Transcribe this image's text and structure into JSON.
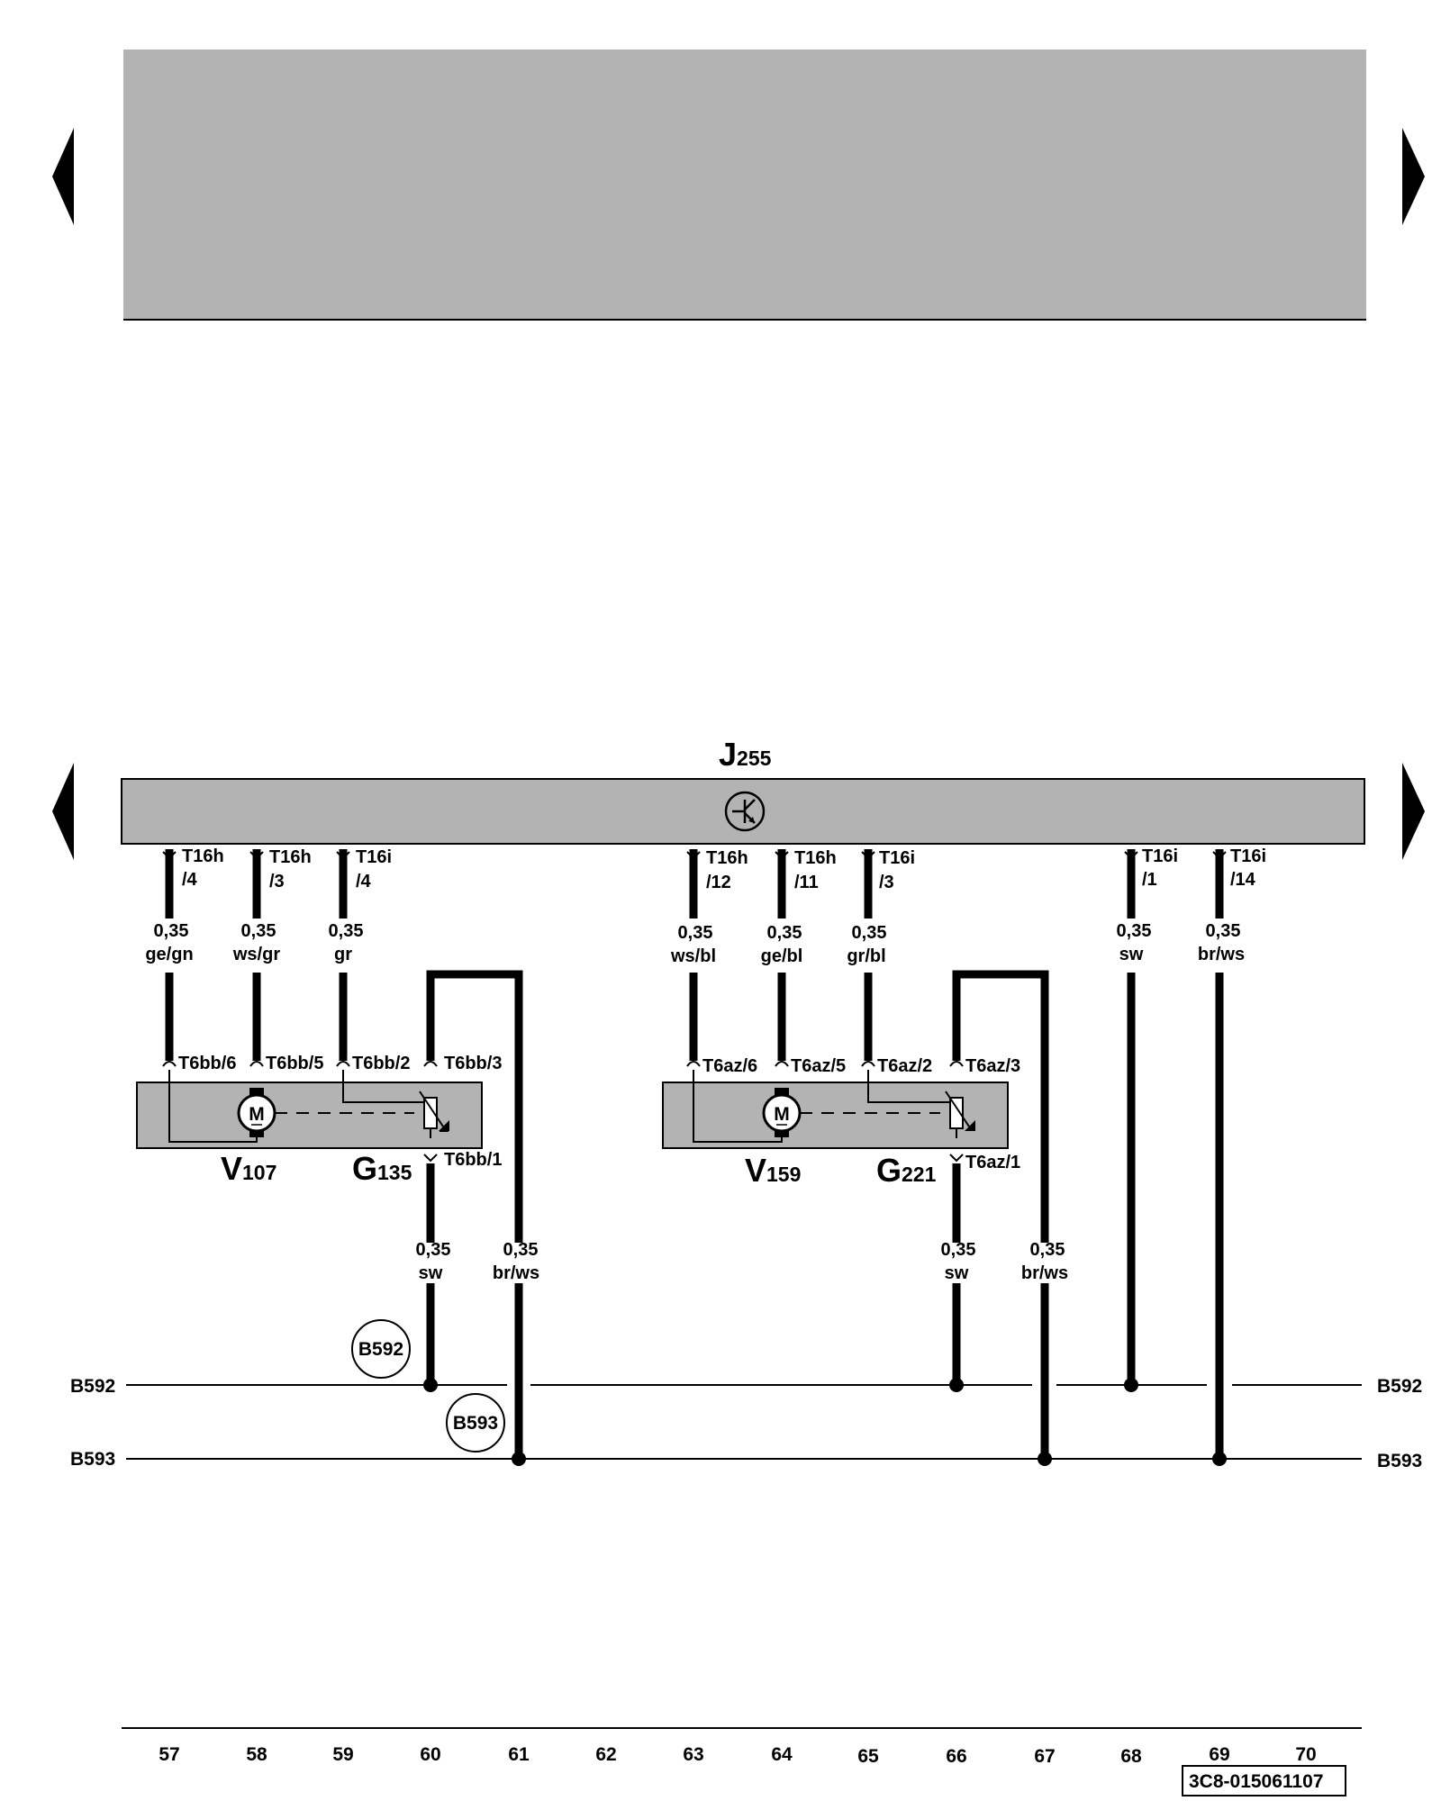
{
  "control_unit": {
    "letter": "J",
    "number": "255"
  },
  "components": [
    {
      "letter": "V",
      "number": "107"
    },
    {
      "letter": "G",
      "number": "135"
    },
    {
      "letter": "V",
      "number": "159"
    },
    {
      "letter": "G",
      "number": "221"
    }
  ],
  "motor_symbol": "M",
  "pins": [
    {
      "name": "T16h",
      "pin": "/4"
    },
    {
      "name": "T16h",
      "pin": "/3"
    },
    {
      "name": "T16i",
      "pin": "/4"
    },
    {
      "name": "T16h",
      "pin": "/12"
    },
    {
      "name": "T16h",
      "pin": "/11"
    },
    {
      "name": "T16i",
      "pin": "/3"
    },
    {
      "name": "T16i",
      "pin": "/1"
    },
    {
      "name": "T16i",
      "pin": "/14"
    }
  ],
  "upper_wires": [
    {
      "size": "0,35",
      "color": "ge/gn"
    },
    {
      "size": "0,35",
      "color": "ws/gr"
    },
    {
      "size": "0,35",
      "color": "gr"
    },
    {
      "size": "0,35",
      "color": "ws/bl"
    },
    {
      "size": "0,35",
      "color": "ge/bl"
    },
    {
      "size": "0,35",
      "color": "gr/bl"
    },
    {
      "size": "0,35",
      "color": "sw"
    },
    {
      "size": "0,35",
      "color": "br/ws"
    }
  ],
  "connector_labels": [
    "T6bb/6",
    "T6bb/5",
    "T6bb/2",
    "T6bb/3",
    "T6bb/1",
    "T6az/6",
    "T6az/5",
    "T6az/2",
    "T6az/3",
    "T6az/1"
  ],
  "lower_wires": [
    {
      "size": "0,35",
      "color": "sw"
    },
    {
      "size": "0,35",
      "color": "br/ws"
    },
    {
      "size": "0,35",
      "color": "sw"
    },
    {
      "size": "0,35",
      "color": "br/ws"
    }
  ],
  "buses": [
    "B592",
    "B593"
  ],
  "bus_markers": [
    "B592",
    "B593"
  ],
  "columns": [
    "57",
    "58",
    "59",
    "60",
    "61",
    "62",
    "63",
    "64",
    "65",
    "66",
    "67",
    "68",
    "69",
    "70"
  ],
  "doc_id": "3C8-015061107",
  "colors": {
    "panel": "#b3b3b3",
    "box": "#b3b3b3",
    "line": "#000000"
  }
}
